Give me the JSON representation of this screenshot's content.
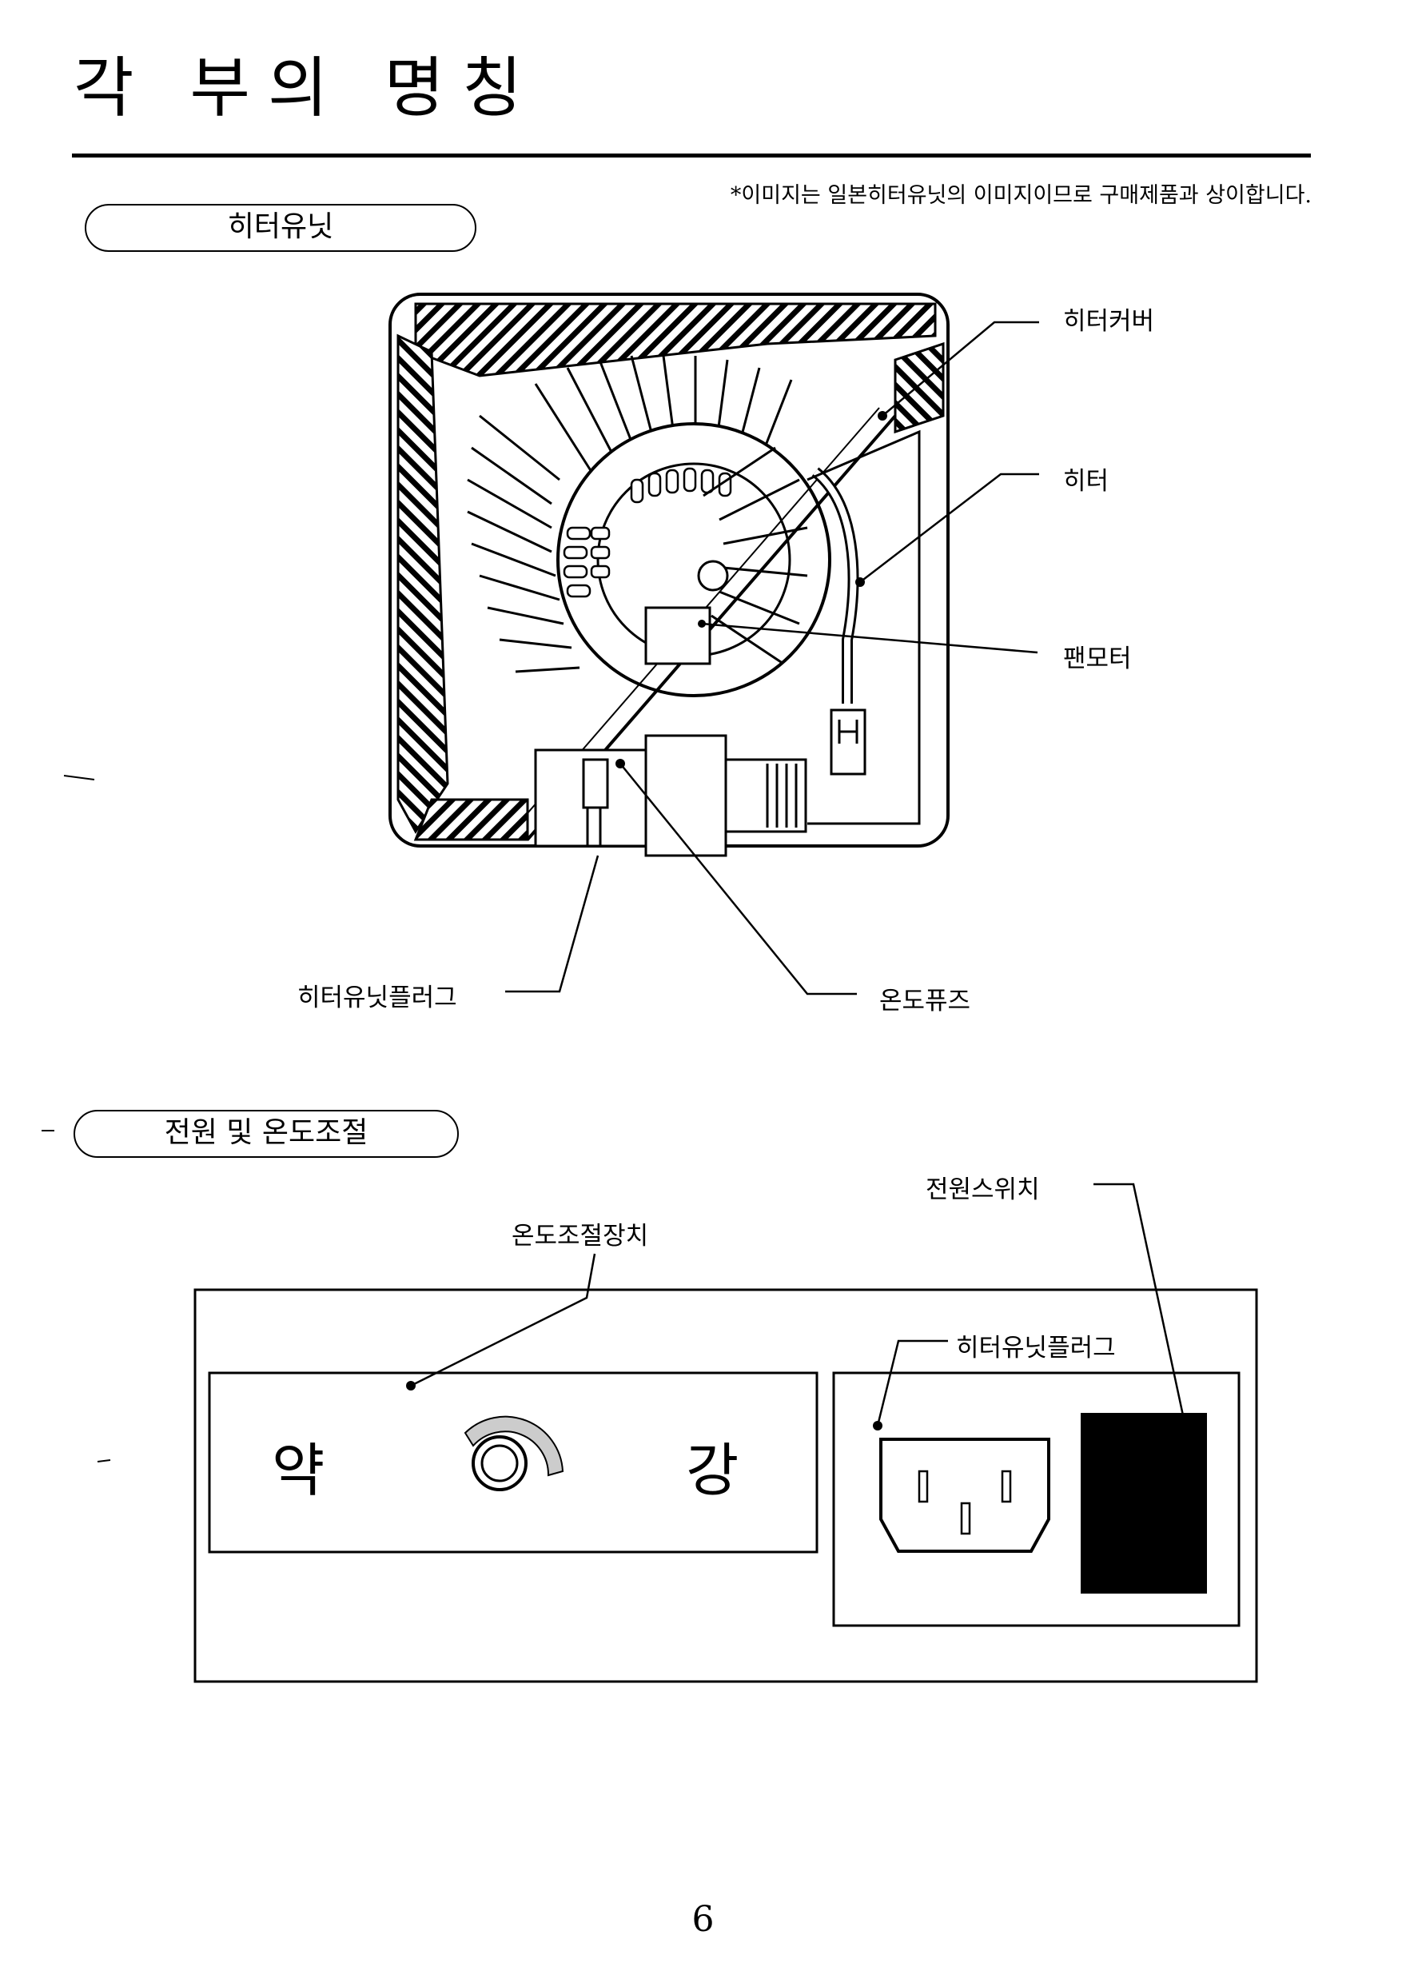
{
  "page": {
    "title": "각 부의 명칭",
    "note": "*이미지는 일본히터유닛의 이미지이므로 구매제품과 상이합니다.",
    "page_number": "6"
  },
  "section_heater": {
    "heading": "히터유닛",
    "labels": {
      "heater_cover": "히터커버",
      "heater": "히터",
      "fan_motor": "팬모터",
      "heater_unit_plug": "히터유닛플러그",
      "thermal_fuse": "온도퓨즈"
    }
  },
  "section_power": {
    "heading": "전원 및 온도조절",
    "labels": {
      "power_switch": "전원스위치",
      "temp_controller": "온도조절장치",
      "heater_unit_plug": "히터유닛플러그",
      "weak": "약",
      "strong": "강"
    }
  }
}
